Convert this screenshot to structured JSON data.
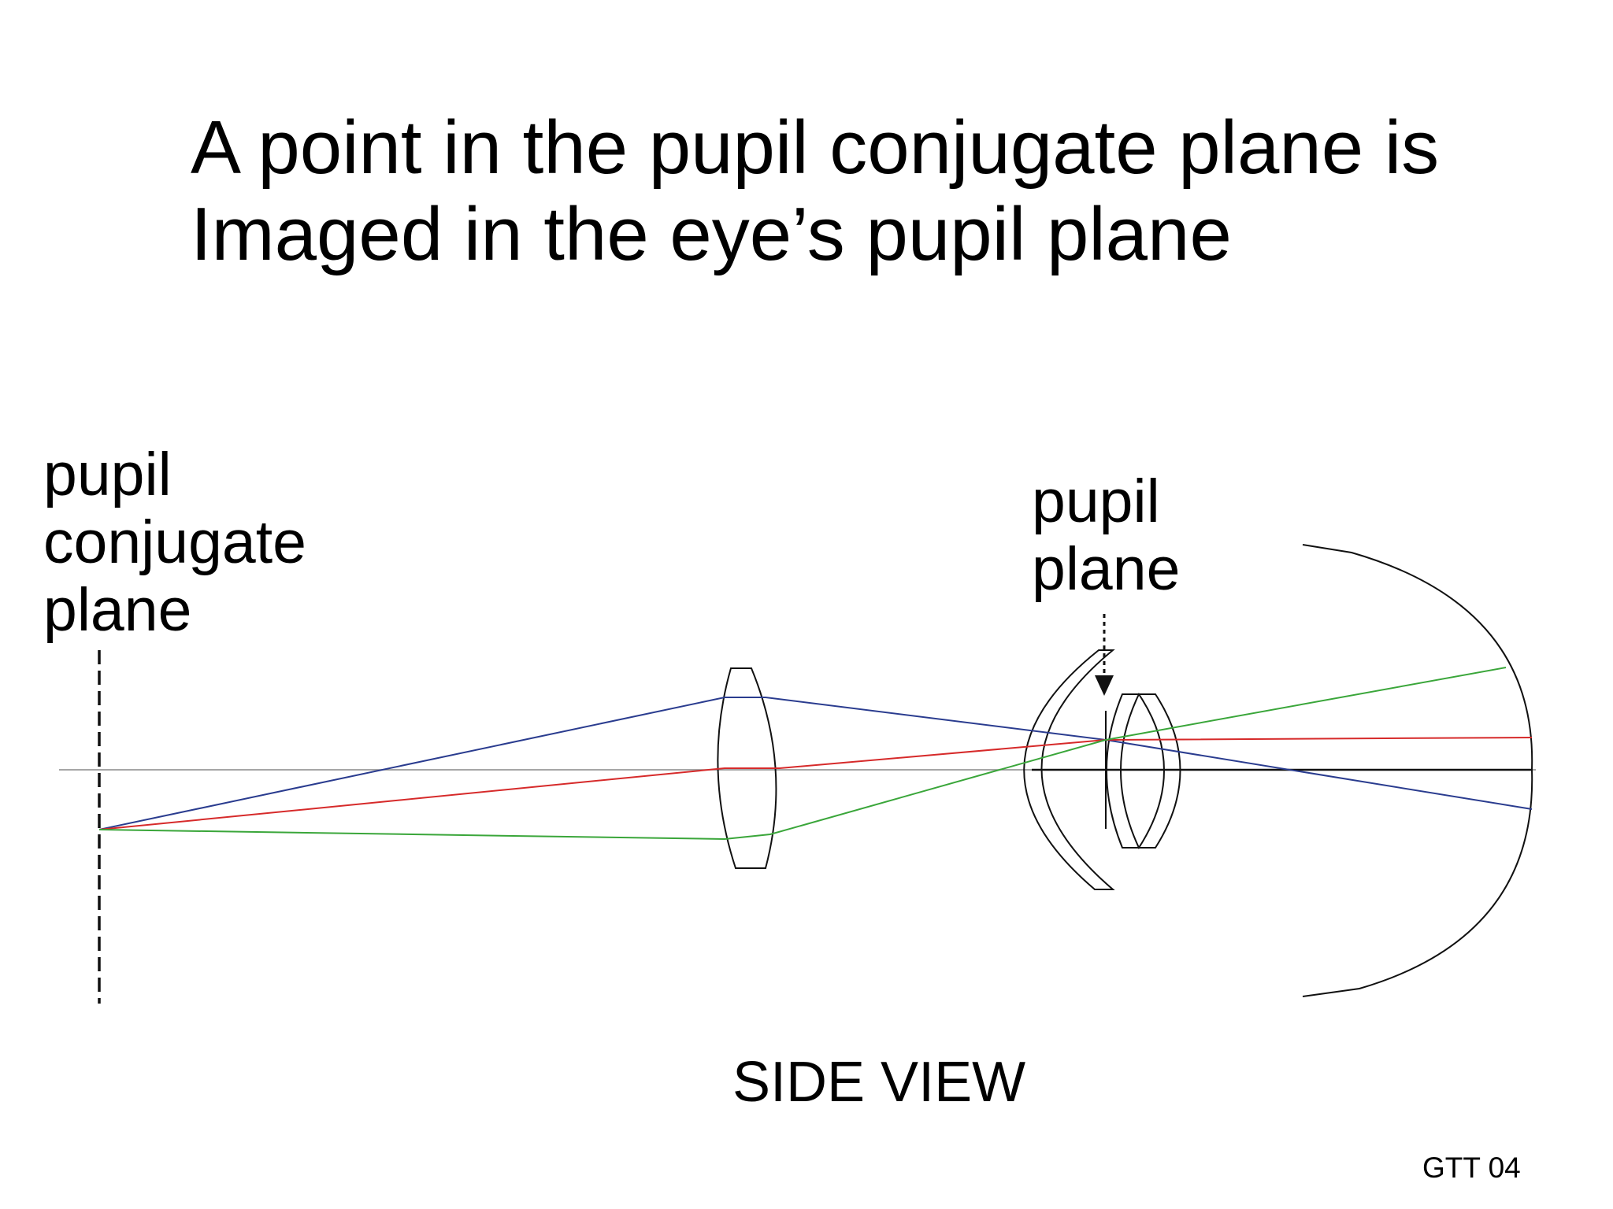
{
  "title": {
    "line1": "A point in the pupil conjugate plane is",
    "line2": "Imaged in the eye’s pupil plane"
  },
  "labels": {
    "conjugate_plane": [
      "pupil",
      "conjugate",
      "plane"
    ],
    "pupil_plane": [
      "pupil",
      "plane"
    ]
  },
  "caption": "SIDE VIEW",
  "footer": "GTT 04",
  "colors": {
    "ray_blue": "#2a3c8f",
    "ray_red": "#d62a2a",
    "ray_green": "#3aa63a",
    "axis": "#888888",
    "outline": "#111111"
  }
}
